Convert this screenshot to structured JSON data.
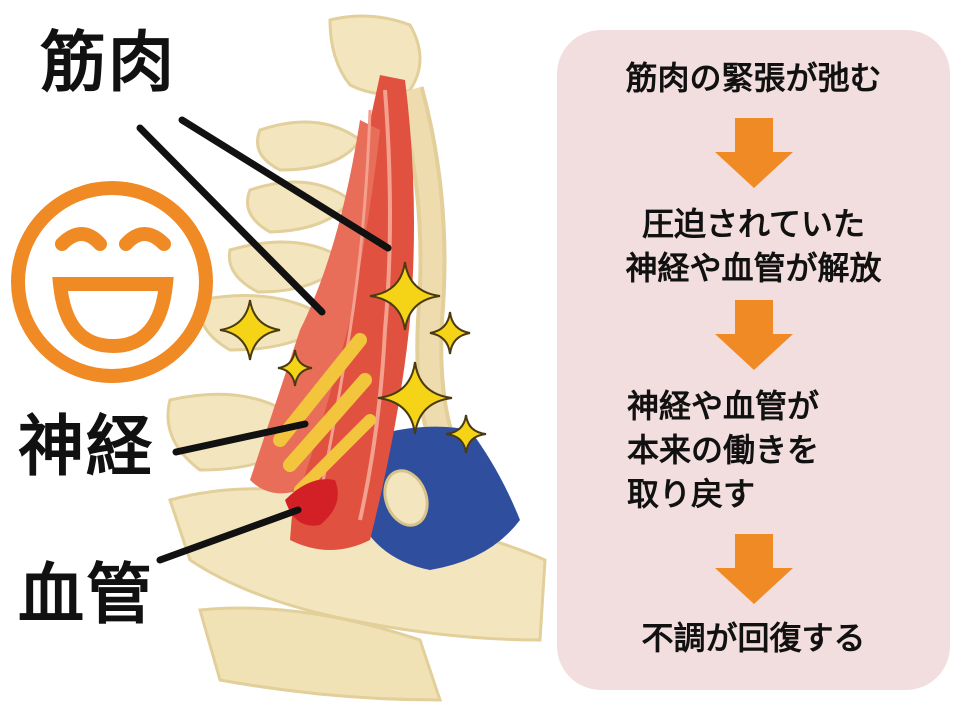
{
  "labels": {
    "muscle": "筋肉",
    "nerve": "神経",
    "vessel": "血管"
  },
  "flow": {
    "steps": [
      {
        "lines": [
          "筋肉の緊張が弛む"
        ]
      },
      {
        "lines": [
          "圧迫されていた",
          "神経や血管が解放"
        ]
      },
      {
        "lines": [
          "神経や血管が",
          "本来の働きを",
          "取り戻す"
        ]
      },
      {
        "lines": [
          "不調が回復する"
        ]
      }
    ],
    "arrow_color": "#f08a24",
    "panel_color": "#f2dede"
  },
  "colors": {
    "smiley": "#f08a24",
    "sparkle": "#f5d316",
    "muscle": "#e0523f",
    "nerve": "#f2c53d",
    "vessel_artery": "#d32027",
    "vessel_vein": "#2f4f9e",
    "bone": "#f3e6bf"
  },
  "icons": {
    "face": "smiling-face-icon",
    "sparkle": "sparkle-icon",
    "arrow": "arrow-down-icon"
  }
}
